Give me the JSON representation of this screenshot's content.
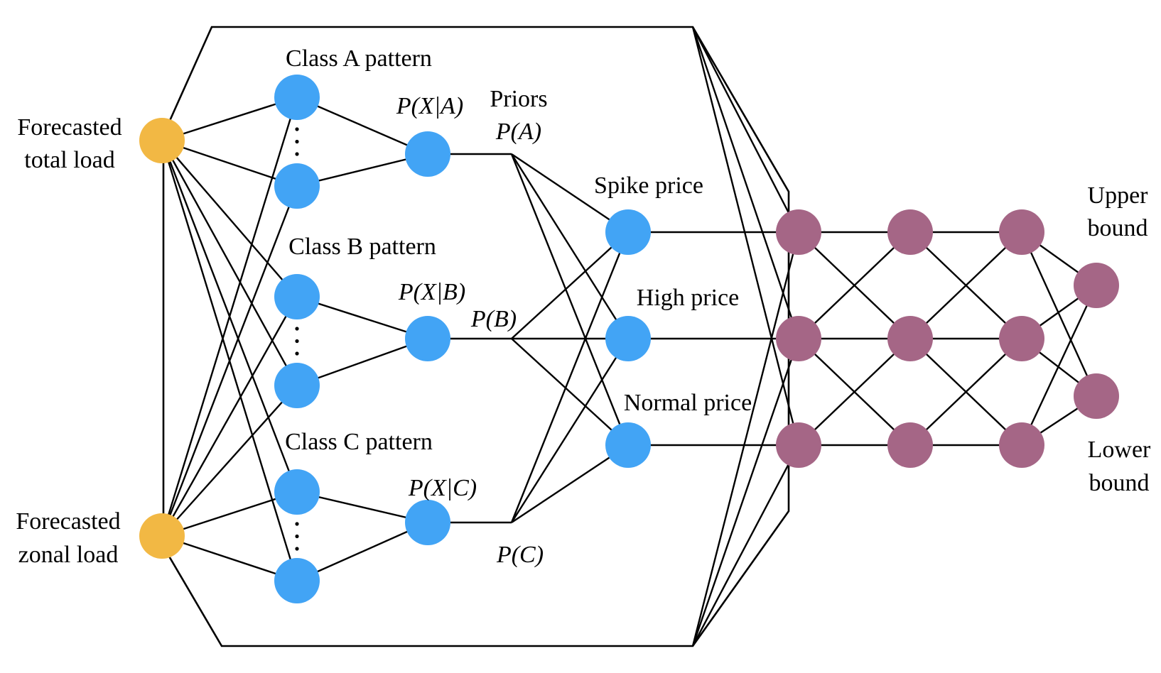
{
  "colors": {
    "input_node": "#f2b844",
    "pnn_node": "#42a4f5",
    "mlp_node": "#a56686",
    "line": "#000000"
  },
  "inputs": {
    "total_load": [
      "Forecasted",
      "total load"
    ],
    "zonal_load": [
      "Forecasted",
      "zonal load"
    ]
  },
  "classes": {
    "a_pattern": "Class A pattern",
    "b_pattern": "Class B pattern",
    "c_pattern": "Class C pattern"
  },
  "likelihoods": {
    "a": "P(X|A)",
    "b": "P(X|B)",
    "c": "P(X|C)"
  },
  "priors": {
    "heading": "Priors",
    "a": "P(A)",
    "b": "P(B)",
    "c": "P(C)"
  },
  "price_classes": {
    "spike": "Spike price",
    "high": "High price",
    "normal": "Normal price"
  },
  "outputs": {
    "upper": [
      "Upper",
      "bound"
    ],
    "lower": [
      "Lower",
      "bound"
    ]
  }
}
